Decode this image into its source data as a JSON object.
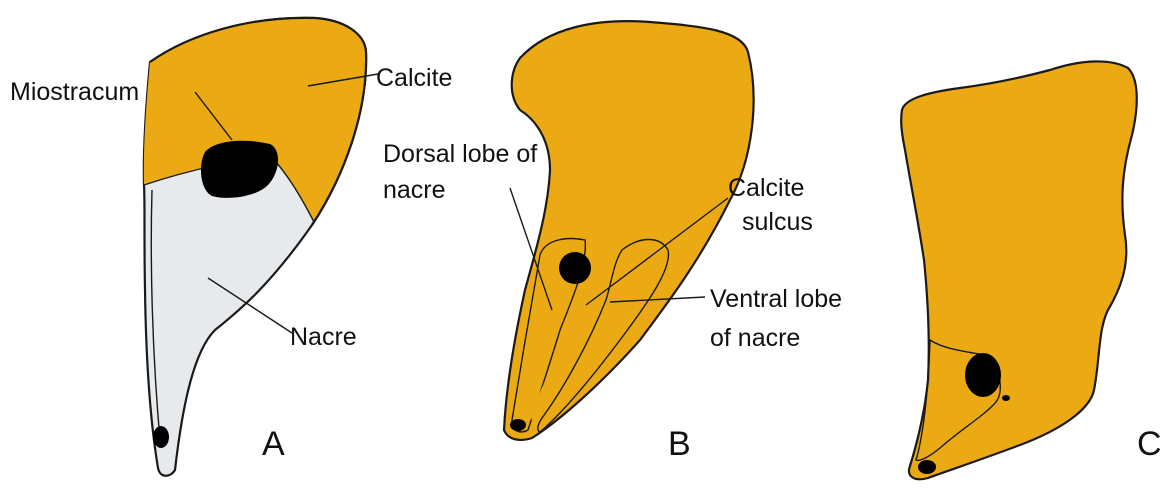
{
  "colors": {
    "calcite": "#EBAA14",
    "nacre": "#E6EAEC",
    "miostracum": "#000000",
    "outline": "#1A1A1A"
  },
  "panels": [
    {
      "letter": "A",
      "labels": {
        "miostracum": "Miostracum",
        "calcite": "Calcite",
        "nacre": "Nacre"
      }
    },
    {
      "letter": "B",
      "labels": {
        "dorsal_lobe_line1": "Dorsal lobe of",
        "dorsal_lobe_line2": "nacre",
        "calcite_sulcus_line1": "Calcite",
        "calcite_sulcus_line2": "sulcus",
        "ventral_lobe_line1": "Ventral lobe",
        "ventral_lobe_line2": "of nacre"
      }
    },
    {
      "letter": "C",
      "labels": {}
    }
  ]
}
